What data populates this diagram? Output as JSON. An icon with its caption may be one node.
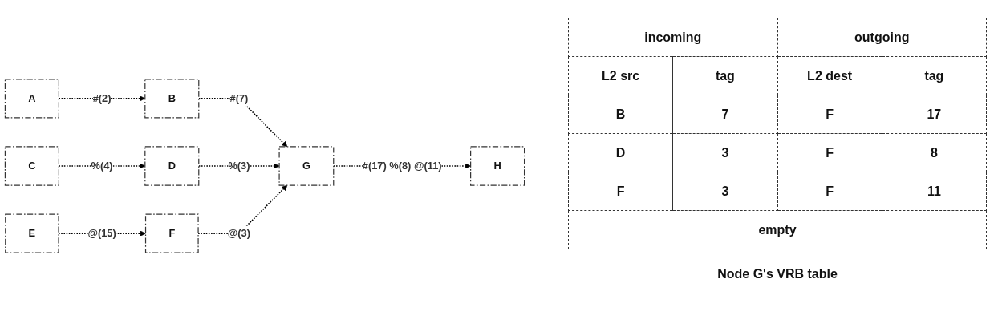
{
  "diagram": {
    "nodes": [
      {
        "text": [
          "A"
        ]
      },
      {
        "text": [
          "B"
        ]
      },
      {
        "text": [
          "C"
        ]
      },
      {
        "text": [
          "D"
        ]
      },
      {
        "text": [
          "G"
        ]
      },
      {
        "text": [
          "H"
        ]
      },
      {
        "text": [
          "E"
        ]
      },
      {
        "text": [
          "F"
        ]
      }
    ],
    "edges": [
      {
        "from": 0,
        "to": 1,
        "arrow": "to",
        "label": "#(2)",
        "style": "dashed"
      },
      {
        "from": 1,
        "to": 4,
        "arrow": "to",
        "label": "#(7)",
        "style": "dashed"
      },
      {
        "from": 2,
        "to": 3,
        "arrow": "to",
        "label": "%(4)",
        "style": "dashed"
      },
      {
        "from": 3,
        "to": 4,
        "arrow": "to",
        "label": "%(3)",
        "style": "dashed"
      },
      {
        "from": 4,
        "to": 5,
        "arrow": "to",
        "label": "#(17) %(8) @(11)",
        "style": "dashed"
      },
      {
        "from": 6,
        "to": 7,
        "arrow": "to",
        "label": "@(15)",
        "style": "dashed"
      },
      {
        "from": 7,
        "to": 4,
        "arrow": "to",
        "label": "@(3)",
        "style": "dashed"
      }
    ],
    "labels": [
      "incoming",
      "outgoing",
      "L2 src",
      "tag",
      "L2 dest",
      "tag",
      "B",
      "7",
      "F",
      "17",
      "D",
      "3",
      "F",
      "8",
      "F",
      "3",
      "F",
      "11",
      "empty",
      "Node G's VRB table"
    ]
  }
}
